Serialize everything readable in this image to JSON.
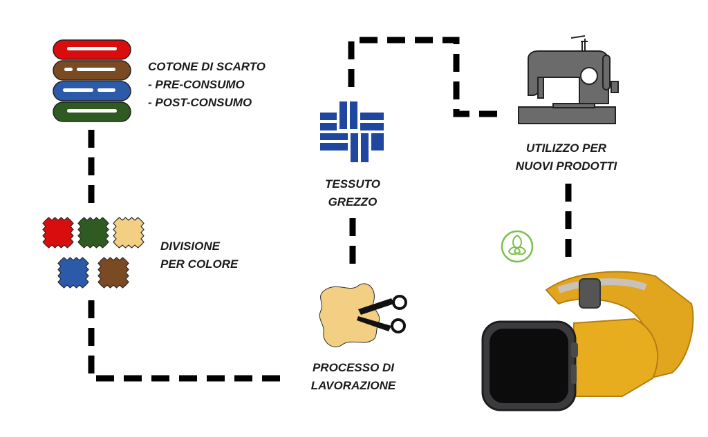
{
  "labels": {
    "waste_cotton": [
      "COTONE DI SCARTO",
      "- PRE-CONSUMO",
      "- POST-CONSUMO"
    ],
    "color_division": [
      "DIVISIONE",
      "PER COLORE"
    ],
    "processing": [
      "PROCESSO DI",
      "LAVORAZIONE"
    ],
    "raw_fabric": [
      "TESSUTO",
      "GREZZO"
    ],
    "new_products": [
      "UTILIZZO PER",
      "NUOVI PRODOTTI"
    ]
  },
  "colors": {
    "red": "#d90d0d",
    "brown": "#7a4a22",
    "blue": "#2a5aa8",
    "green": "#2f5a22",
    "beige": "#f2cf82",
    "navy": "#1f47a0",
    "machine": "#6b6b6b",
    "eco": "#7cc04a",
    "strap": "#e2a51e"
  },
  "icons": {
    "fabric_stack": "fabric-stack-icon",
    "swatches": "fabric-swatches-icon",
    "hide_scissors": "leather-hide-scissors-icon",
    "weave": "woven-fabric-icon",
    "sewing_machine": "sewing-machine-icon",
    "eco": "eco-leaf-cycle-icon",
    "watch": "smartwatch-strap-image"
  }
}
